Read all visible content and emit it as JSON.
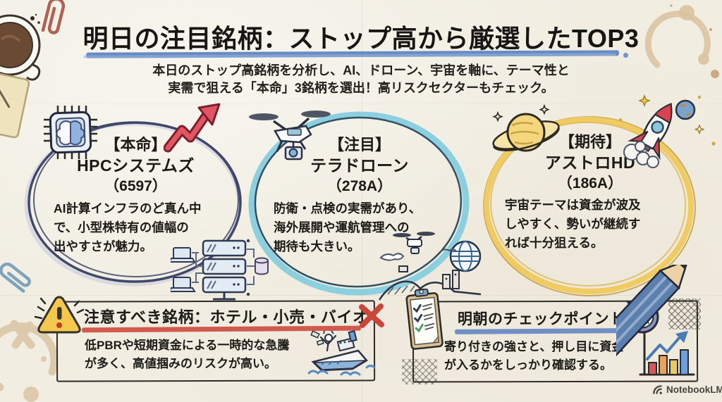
{
  "header": {
    "title": "明日の注目銘柄：ストップ高から厳選したTOP3",
    "subtitle_lines": [
      "本日のストップ高銘柄を分析し、AI、ドローン、宇宙を軸に、テーマ性と",
      "実需で狙える「本命」3銘柄を選出！高リスクセクターもチェック。"
    ]
  },
  "picks": [
    {
      "tag": "【本命】",
      "name": "HPCシステムズ",
      "code": "（6597）",
      "desc": [
        "AI計算インフラのど真ん中",
        "で、小型株特有の値幅の",
        "出やすさが魅力。"
      ],
      "accent_color": "#444a70",
      "icons": [
        "ai-chip-brain-icon",
        "rising-arrow-icon",
        "server-cluster-icon"
      ]
    },
    {
      "tag": "【注目】",
      "name": "テラドローン",
      "code": "（278A）",
      "desc": [
        "防衛・点検の実需があり、",
        "海外展開や運航管理への",
        "期待も大きい。"
      ],
      "accent_color": "#8cd0e0",
      "icons": [
        "drone-icon",
        "landscape-drone-icon",
        "globe-icon"
      ]
    },
    {
      "tag": "【期待】",
      "name": "アストロHD",
      "code": "（186A）",
      "desc": [
        "宇宙テーマは資金が波及",
        "しやすく、勢いが継続す",
        "れば十分狙える。"
      ],
      "accent_color": "#efcb62",
      "icons": [
        "saturn-icon",
        "rocket-icon",
        "planet-icon",
        "star-icons"
      ]
    }
  ],
  "caution": {
    "title": "注意すべき銘柄：ホテル・小売・バイオ",
    "body": [
      "低PBRや短期資金による一時的な急騰",
      "が多く、高値掴みのリスクが高い。"
    ],
    "underline_color": "#cd4a3e",
    "icons": [
      "warning-triangle-icon",
      "red-cross-icon",
      "sinking-ship-icon"
    ]
  },
  "checkpoint": {
    "title": "明朝のチェックポイント",
    "body": [
      "寄り付きの強さと、押し目に資金",
      "が入るかをしっかり確認する。"
    ],
    "underline_color": "#6286c2",
    "icons": [
      "clipboard-checklist-icon",
      "stopwatch-icon",
      "bar-chart-up-icon"
    ]
  },
  "watermark": {
    "brand": "NotebookLM"
  },
  "colors": {
    "paper": "#f1ede1",
    "ink": "#1b1a17",
    "title_underline": "#5d83c3",
    "caution_underline": "#cd4a3e",
    "checkpoint_underline": "#6286c2",
    "arrow_red": "#e25663",
    "warning_yellow": "#f3c84c"
  }
}
